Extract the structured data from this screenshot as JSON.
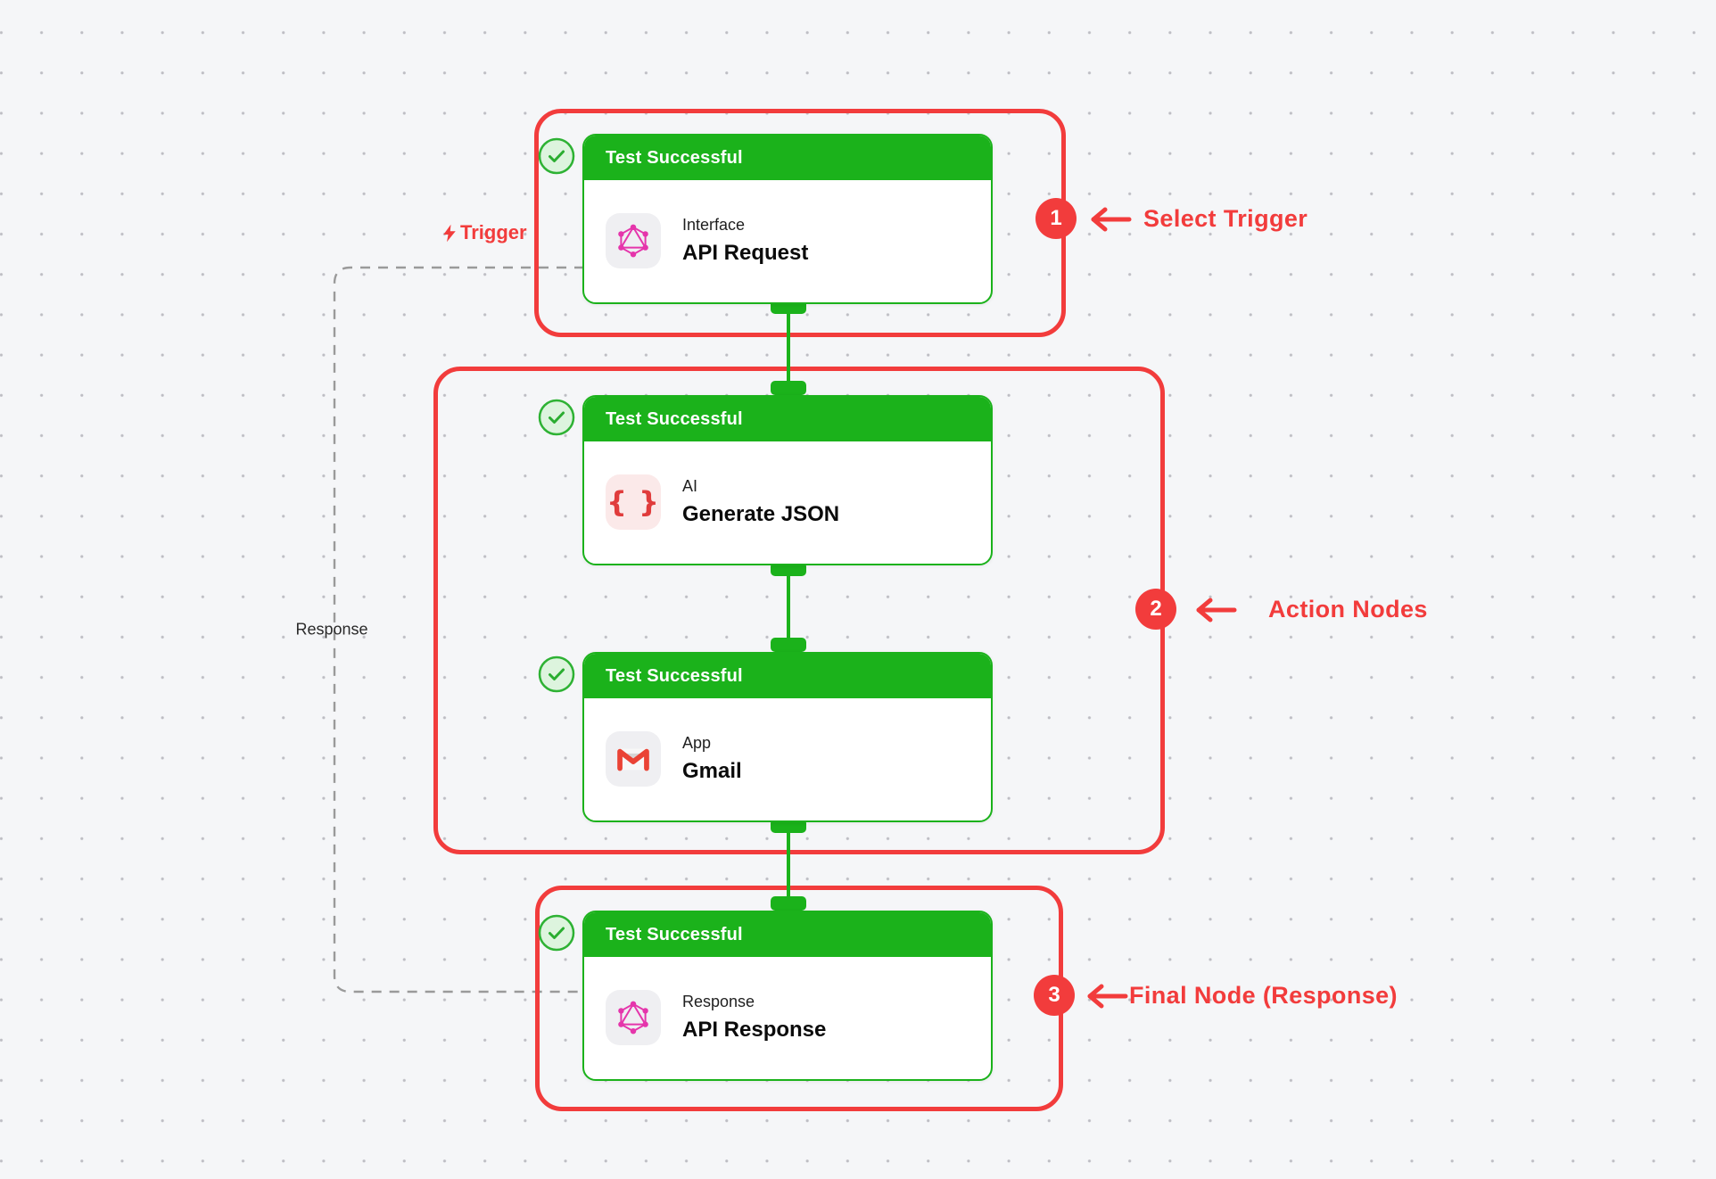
{
  "colors": {
    "background": "#f5f6f8",
    "dot_grid": "#bdbdc3",
    "green": "#1bb21b",
    "annotation_red": "#f23c3c",
    "graphql_pink": "#e535ab",
    "gmail_red": "#ea4335",
    "ai_brace_red": "#e03c3c"
  },
  "nodes": [
    {
      "status_label": "Test Successful",
      "type_label": "Interface",
      "title": "API Request",
      "icon": "graphql-icon"
    },
    {
      "status_label": "Test Successful",
      "type_label": "AI",
      "title": "Generate JSON",
      "icon": "json-braces-icon",
      "icon_glyph": "{ }"
    },
    {
      "status_label": "Test Successful",
      "type_label": "App",
      "title": "Gmail",
      "icon": "gmail-icon"
    },
    {
      "status_label": "Test Successful",
      "type_label": "Response",
      "title": "API Response",
      "icon": "graphql-icon"
    }
  ],
  "annotations": [
    {
      "number": "1",
      "label": "Select Trigger"
    },
    {
      "number": "2",
      "label": "Action Nodes"
    },
    {
      "number": "3",
      "label": "Final Node (Response)"
    }
  ],
  "edge_labels": {
    "trigger": "Trigger",
    "response": "Response"
  }
}
